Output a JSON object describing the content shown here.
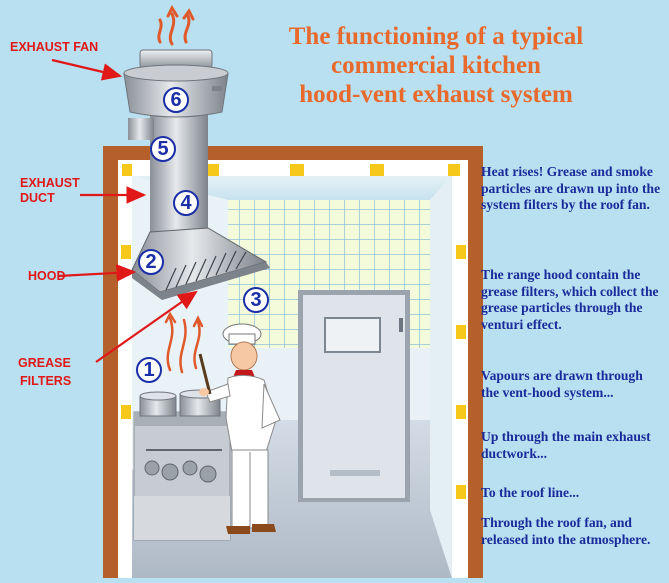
{
  "title": {
    "line1": "The functioning of a typical",
    "line2": "commercial kitchen",
    "line3": "hood-vent exhaust system"
  },
  "labels": {
    "exhaust_fan": "EXHAUST FAN",
    "exhaust_duct_1": "EXHAUST",
    "exhaust_duct_2": "DUCT",
    "hood": "HOOD",
    "grease_filters_1": "GREASE",
    "grease_filters_2": "FILTERS"
  },
  "steps": [
    {
      "number": "1",
      "text": "Heat rises! Grease and smoke particles are drawn up into the system filters by the roof fan."
    },
    {
      "number": "2",
      "text": "The range hood contain the grease filters, which collect the grease particles through the venturi effect."
    },
    {
      "number": "3",
      "text": "Vapours are drawn through the vent-hood system..."
    },
    {
      "number": "4",
      "text": "Up through the main exhaust ductwork..."
    },
    {
      "number": "5",
      "text": "To the roof line..."
    },
    {
      "number": "6",
      "text": "Through the roof fan, and released into the atmosphere."
    }
  ],
  "colors": {
    "title": "#e8692c",
    "labels": "#e01818",
    "description": "#1a2a9a",
    "wall_frame": "#b5602a",
    "tile_grid": "#7bb8d9",
    "accent_yellow": "#f5c81a"
  }
}
